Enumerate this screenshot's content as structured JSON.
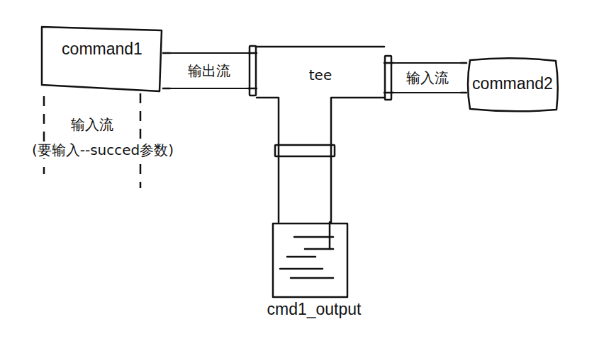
{
  "diagram": {
    "nodes": [
      {
        "text": [
          "command1"
        ]
      },
      {
        "text": [
          "输出流"
        ]
      },
      {
        "text": [
          "tee"
        ]
      },
      {
        "text": [
          "输入流"
        ]
      },
      {
        "text": [
          "command2"
        ]
      },
      {
        "text": [
          "cmd1_output"
        ]
      }
    ],
    "edges": [
      {
        "from": 0,
        "to": 1,
        "arrow": "none"
      },
      {
        "from": 1,
        "to": 2,
        "arrow": "none"
      },
      {
        "from": 2,
        "to": 3,
        "arrow": "none"
      },
      {
        "from": 3,
        "to": 4,
        "arrow": "none"
      },
      {
        "from": 2,
        "to": 5,
        "arrow": "none"
      }
    ],
    "labels": [
      "输入流",
      "(要输入--succed参数)"
    ]
  }
}
